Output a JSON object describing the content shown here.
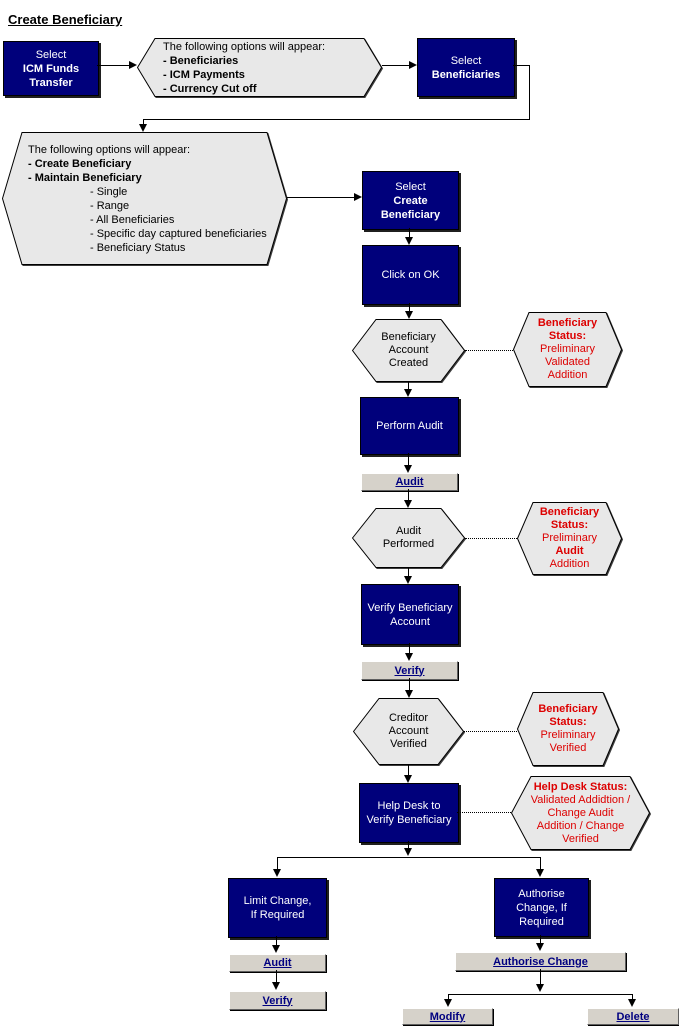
{
  "title": "Create Beneficiary",
  "colors": {
    "navy": "#00007B",
    "hex_fill": "#E8E8E8",
    "button_fill": "#D6D2CA",
    "button_text": "#000080",
    "red": "#DD0000"
  },
  "nodes": {
    "select_icm": {
      "plain": "Select",
      "bold_lines": [
        "ICM Funds",
        "Transfer"
      ]
    },
    "options1": {
      "intro": "The following options will appear:",
      "items": [
        "- Beneficiaries",
        "- ICM Payments",
        "- Currency Cut off"
      ]
    },
    "select_beneficiaries": {
      "plain": "Select",
      "bold_lines": [
        "Beneficiaries"
      ]
    },
    "options2": {
      "intro": "The following options will appear:",
      "bold_items": [
        "- Create Beneficiary",
        "- Maintain Beneficiary"
      ],
      "sub_items": [
        "- Single",
        "- Range",
        "- All Beneficiaries",
        "- Specific day captured beneficiaries",
        "- Beneficiary Status"
      ]
    },
    "select_create": {
      "plain": "Select",
      "bold_lines": [
        "Create",
        "Beneficiary"
      ]
    },
    "click_ok": {
      "lines": [
        "Click on OK"
      ]
    },
    "beneficiary_account_created": {
      "lines": [
        "Beneficiary",
        "Account",
        "Created"
      ]
    },
    "status1": {
      "header_lines": [
        "Beneficiary",
        "Status:"
      ],
      "lines": [
        "Preliminary",
        "Validated",
        "Addition"
      ]
    },
    "perform_audit": {
      "lines": [
        "Perform Audit"
      ]
    },
    "audit_btn1": "Audit",
    "audit_performed": {
      "lines": [
        "Audit",
        "Performed"
      ]
    },
    "status2": {
      "header_lines": [
        "Beneficiary",
        "Status:"
      ],
      "lines": [
        "Preliminary",
        "Audit",
        "Addition"
      ]
    },
    "verify_beneficiary": {
      "lines": [
        "Verify Beneficiary",
        "Account"
      ]
    },
    "verify_btn1": "Verify",
    "creditor_account_verified": {
      "lines": [
        "Creditor",
        "Account",
        "Verified"
      ]
    },
    "status3": {
      "header_lines": [
        "Beneficiary",
        "Status:"
      ],
      "lines": [
        "Preliminary",
        "Verified"
      ]
    },
    "help_desk": {
      "lines": [
        "Help Desk to",
        "Verify Beneficiary"
      ]
    },
    "status4": {
      "header_lines": [
        "Help Desk Status:"
      ],
      "lines": [
        "Validated Addidtion /",
        "Change Audit",
        "Addition / Change",
        "Verified"
      ]
    },
    "limit_change": {
      "lines": [
        "Limit Change,",
        "If Required"
      ]
    },
    "audit_btn2": "Audit",
    "verify_btn2": "Verify",
    "authorise_change_box": {
      "lines": [
        "Authorise",
        "Change, If",
        "Required"
      ]
    },
    "authorise_change_btn": "Authorise Change",
    "modify_btn": "Modify",
    "delete_btn": "Delete"
  }
}
